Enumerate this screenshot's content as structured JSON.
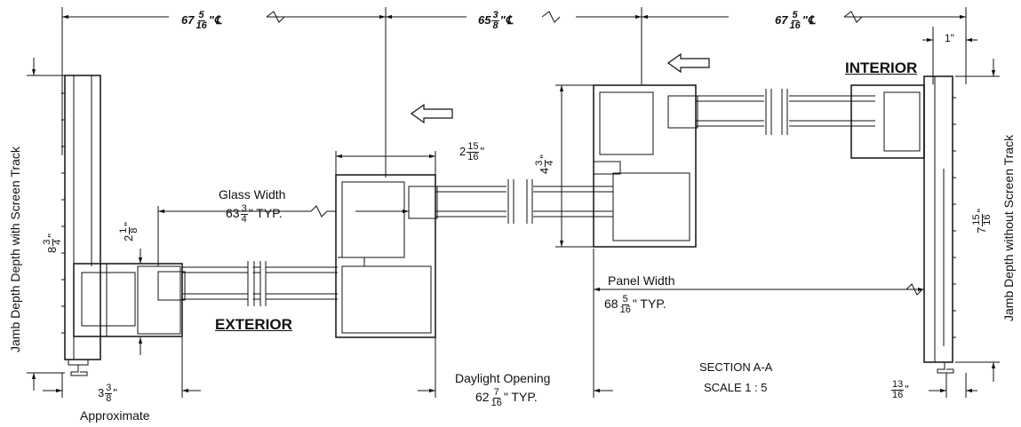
{
  "dims": {
    "cl_left": {
      "whole": "67",
      "num": "5",
      "den": "16",
      "suffix": "\"℄"
    },
    "cl_mid": {
      "whole": "65",
      "num": "3",
      "den": "8",
      "suffix": "\"℄"
    },
    "cl_right": {
      "whole": "67",
      "num": "5",
      "den": "16",
      "suffix": "\"℄"
    },
    "one_inch": "1\"",
    "offset_2_15_16": {
      "whole": "2",
      "num": "15",
      "den": "16",
      "suffix": "\""
    },
    "offset_2_1_8": {
      "whole": "2",
      "num": "1",
      "den": "8",
      "suffix": "\""
    },
    "height_4_3_4": {
      "whole": "4",
      "num": "3",
      "den": "4",
      "suffix": "\""
    },
    "jamb_8_3_4": {
      "whole": "8",
      "num": "3",
      "den": "4",
      "suffix": "\""
    },
    "jamb_7_15_16": {
      "whole": "7",
      "num": "15",
      "den": "16",
      "suffix": "\""
    },
    "approx_3_3_8": {
      "whole": "3",
      "num": "3",
      "den": "8",
      "suffix": "\""
    },
    "right_13_16": {
      "whole": "",
      "num": "13",
      "den": "16",
      "suffix": "\""
    }
  },
  "labels": {
    "glass_width": "Glass Width",
    "glass_width_val": {
      "whole": "63",
      "num": "3",
      "den": "4",
      "suffix": "\" TYP."
    },
    "panel_width": "Panel Width",
    "panel_width_val": {
      "whole": "68",
      "num": "5",
      "den": "16",
      "suffix": "\" TYP."
    },
    "daylight": "Daylight Opening",
    "daylight_val": {
      "whole": "62",
      "num": "7",
      "den": "16",
      "suffix": "\" TYP."
    },
    "approximate": "Approximate",
    "exterior": "EXTERIOR",
    "interior": "INTERIOR",
    "section": "SECTION A-A",
    "scale": "SCALE 1 : 5",
    "jamb_with": "Jamb Depth Depth with Screen Track",
    "jamb_without": "Jamb Depth without Screen Track"
  }
}
